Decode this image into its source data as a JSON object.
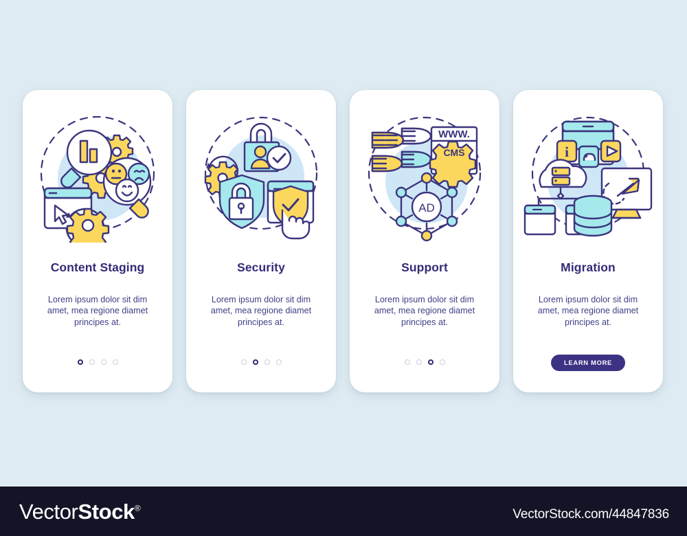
{
  "page": {
    "background_color": "#dfebf2",
    "palette": {
      "stroke": "#3b357e",
      "yellow": "#fbd85d",
      "cyan": "#a5e9ec",
      "blue_circle": "#cfe6f7",
      "title_color": "#342b77",
      "body_color": "#3f3f86",
      "button_color": "#3c3284",
      "dot_inactive": "#c9cede",
      "dot_active": "#2e2a73"
    }
  },
  "cards": [
    {
      "title": "Content Staging",
      "body": "Lorem ipsum dolor sit dim amet, mea regione diamet principes at.",
      "illustration": "content-staging-illustration",
      "dots": {
        "count": 4,
        "active_index": 0
      },
      "cta": null
    },
    {
      "title": "Security",
      "body": "Lorem ipsum dolor sit dim amet, mea regione diamet principes at.",
      "illustration": "security-illustration",
      "dots": {
        "count": 4,
        "active_index": 1
      },
      "cta": null
    },
    {
      "title": "Support",
      "body": "Lorem ipsum dolor sit dim amet, mea regione diamet principes at.",
      "illustration": "support-illustration",
      "dots": {
        "count": 4,
        "active_index": 2
      },
      "cta": null
    },
    {
      "title": "Migration",
      "body": "Lorem ipsum dolor sit dim amet, mea regione diamet principes at.",
      "illustration": "migration-illustration",
      "dots": null,
      "cta": {
        "label": "LEARN MORE"
      }
    }
  ],
  "illustration_labels": {
    "support_www": "WWW.",
    "support_cms": "CMS",
    "support_ad": "AD",
    "migration_info": "i"
  },
  "footer": {
    "logo_light": "Vector",
    "logo_bold": "Stock",
    "logo_registered": "®",
    "url": "VectorStock.com/44847836"
  }
}
